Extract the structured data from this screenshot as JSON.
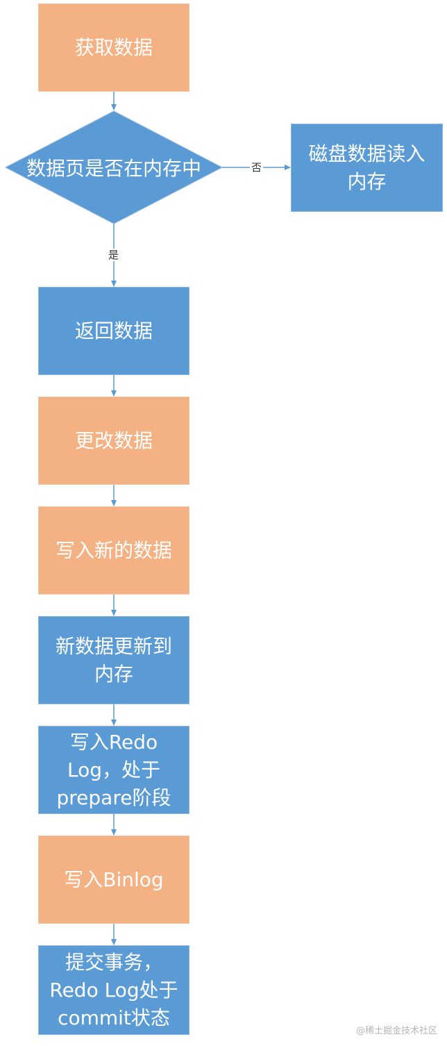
{
  "nodes": {
    "get_data": "获取数据",
    "decision": "数据页是否在内存中",
    "disk_read": "磁盘数据读入\n内存",
    "return_data": "返回数据",
    "modify_data": "更改数据",
    "write_new": "写入新的数据",
    "update_memory": "新数据更新到\n内存",
    "write_redo": "写入Redo\nLog，处于\nprepare阶段",
    "write_binlog": "写入Binlog",
    "commit": "提交事务，\nRedo Log处于\ncommit状态"
  },
  "edge_labels": {
    "no": "否",
    "yes": "是"
  },
  "watermark": "@稀土掘金技术社区",
  "colors": {
    "orange": "#f4b183",
    "blue": "#5b9bd5",
    "arrow": "#5b9bd5"
  }
}
